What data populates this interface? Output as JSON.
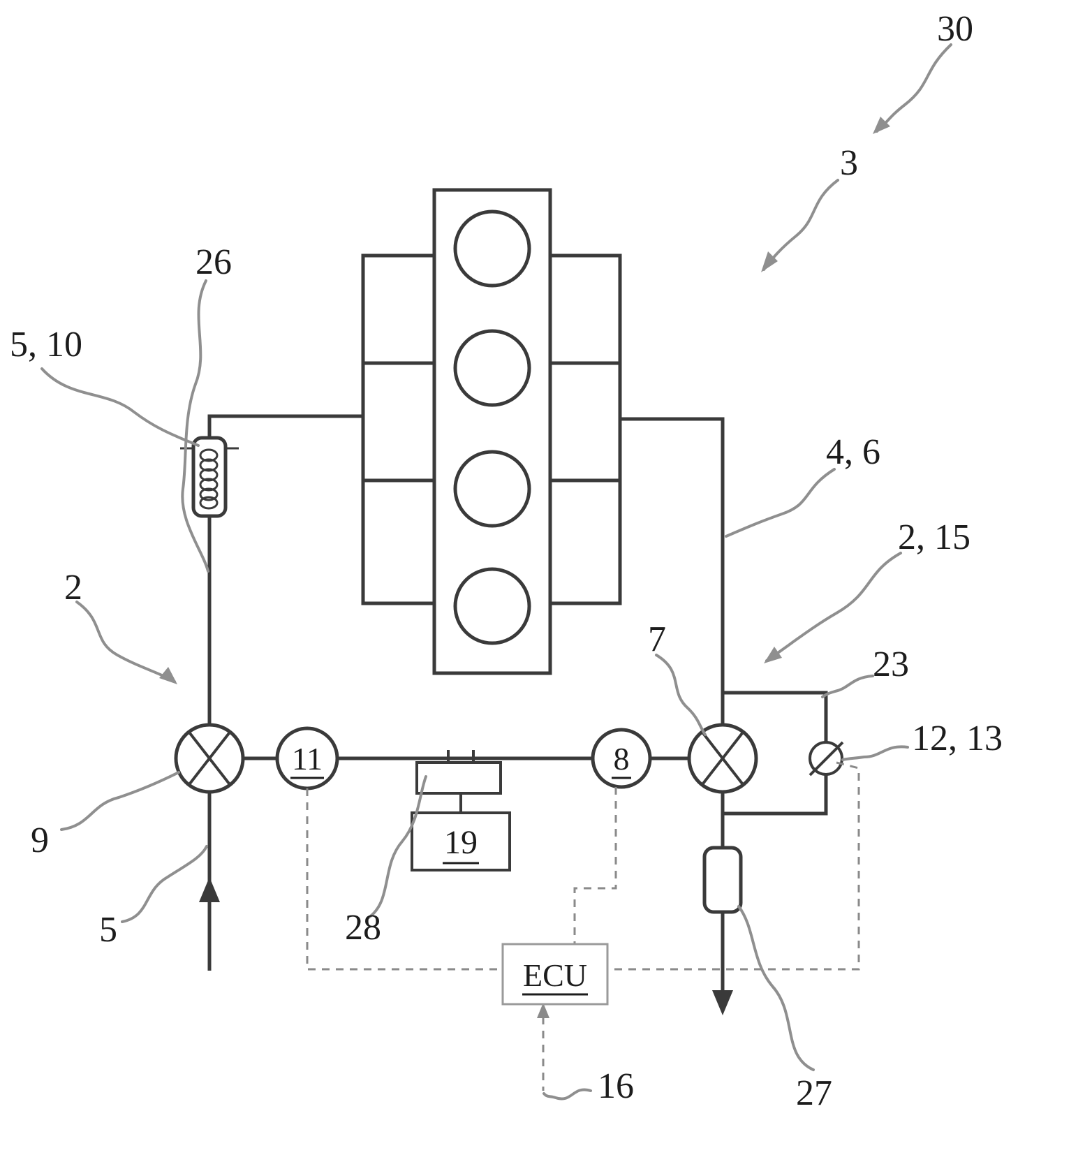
{
  "figure": {
    "labels": {
      "n30": "30",
      "n3": "3",
      "n26": "26",
      "n5_10": "5, 10",
      "n4_6": "4, 6",
      "n2_15": "2, 15",
      "n2": "2",
      "n7": "7",
      "n23": "23",
      "n12_13": "12, 13",
      "n9": "9",
      "n5": "5",
      "n28": "28",
      "n16": "16",
      "n27": "27"
    },
    "components": {
      "valve_11": "11",
      "valve_8": "8",
      "unit_19": "19",
      "ecu": "ECU"
    },
    "colors": {
      "line": "#3a3a3a",
      "leader": "#8f8f8f",
      "background": "#ffffff"
    }
  }
}
